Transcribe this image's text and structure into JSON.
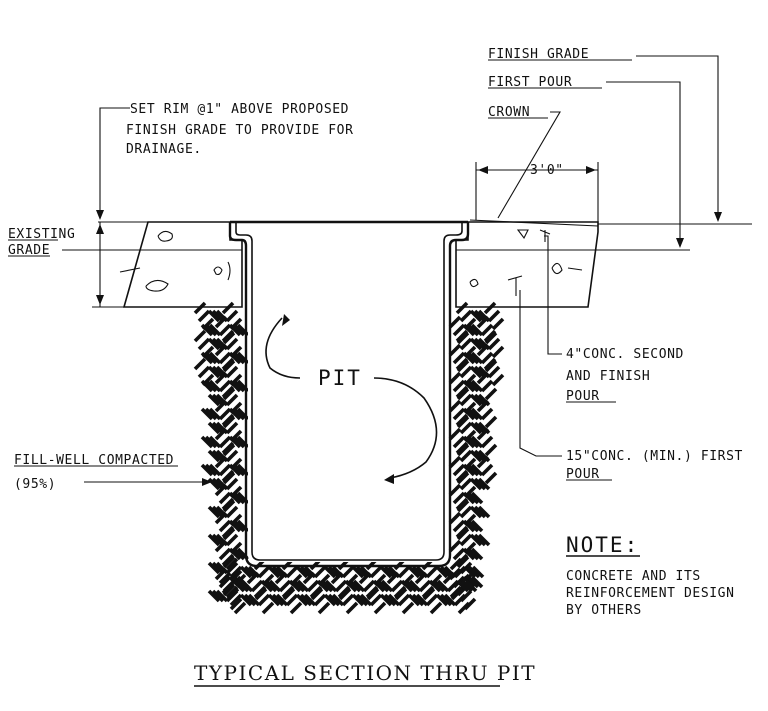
{
  "labels": {
    "finish_grade": "FINISH GRADE",
    "first_pour": "FIRST POUR",
    "crown": "CROWN",
    "set_rim_line1": "SET RIM @1\" ABOVE PROPOSED",
    "set_rim_line2": "FINISH GRADE TO PROVIDE FOR",
    "set_rim_line3": "DRAINAGE.",
    "existing_line1": "EXISTING",
    "existing_line2": "GRADE",
    "dimension": "3'0\"",
    "pit": "PIT",
    "second_pour_line1": "4\"CONC. SECOND",
    "second_pour_line2": "AND FINISH",
    "second_pour_line3": "POUR",
    "first_pour_line1": "15\"CONC. (MIN.) FIRST",
    "first_pour_line2": "POUR",
    "fill_line1": "FILL-WELL COMPACTED",
    "fill_line2": "(95%)",
    "note_heading": "NOTE:",
    "note_line1": "CONCRETE AND ITS",
    "note_line2": "REINFORCEMENT DESIGN",
    "note_line3": "BY OTHERS",
    "title": "TYPICAL SECTION THRU PIT"
  }
}
